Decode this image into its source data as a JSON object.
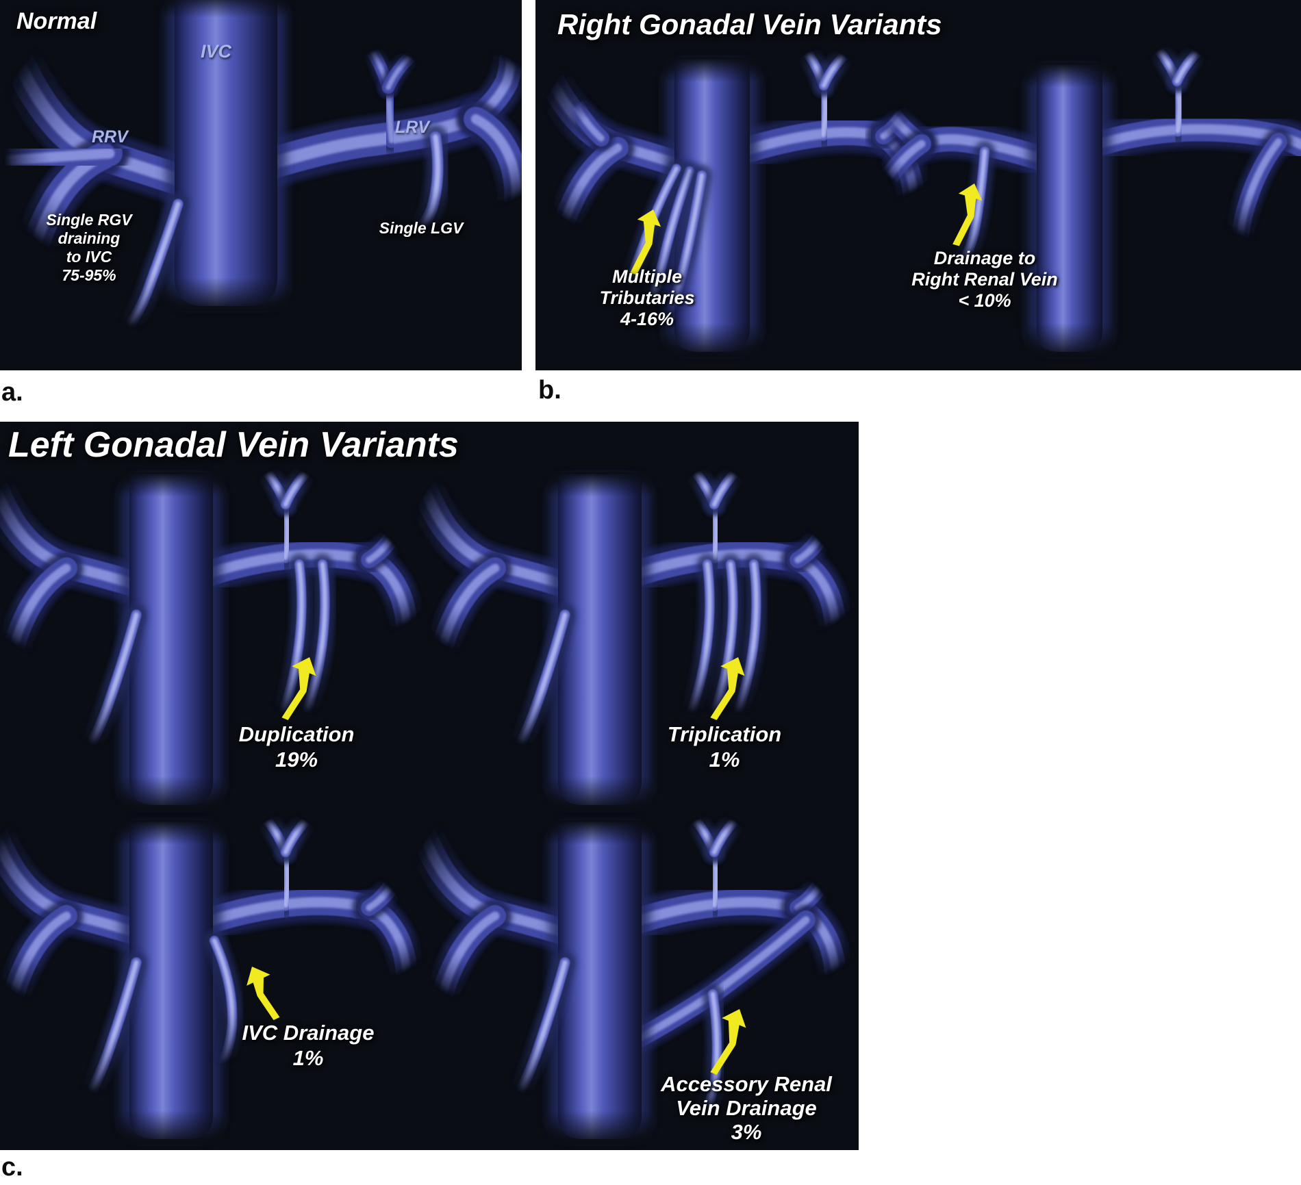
{
  "figure": {
    "caption_labels": {
      "a": "a.",
      "b": "b.",
      "c": "c."
    },
    "colors": {
      "panel_bg": "#0a0d13",
      "vein_dark": "#1d2356",
      "vein_mid": "#4149a4",
      "vein_light": "#8a93dd",
      "thin_dark": "#232a5e",
      "thin_mid": "#5a63c2",
      "thin_light": "#aeb5ee",
      "trunk_glow": "#232962",
      "label_blue": "#aab5e8",
      "arrow_yellow": "#f2ea20",
      "text_white": "#ffffff"
    },
    "panel_a": {
      "title": "Normal",
      "vein_labels": {
        "ivc": "IVC",
        "rrv": "RRV",
        "lrv": "LRV"
      },
      "annotation_rgv": {
        "line1": "Single RGV",
        "line2": "draining",
        "line3": "to IVC",
        "line4": "75-95%"
      },
      "annotation_lgv": {
        "line1": "Single LGV"
      }
    },
    "panel_b": {
      "title": "Right Gonadal Vein Variants",
      "variant_tributaries": {
        "line1": "Multiple",
        "line2": "Tributaries",
        "line3": "4-16%"
      },
      "variant_rrv_drainage": {
        "line1": "Drainage to",
        "line2": "Right Renal Vein",
        "line3": "< 10%"
      }
    },
    "panel_c": {
      "title": "Left Gonadal Vein Variants",
      "variant_duplication": {
        "line1": "Duplication",
        "line2": "19%"
      },
      "variant_triplication": {
        "line1": "Triplication",
        "line2": "1%"
      },
      "variant_ivc_drainage": {
        "line1": "IVC Drainage",
        "line2": "1%"
      },
      "variant_accessory": {
        "line1": "Accessory Renal",
        "line2": "Vein Drainage",
        "line3": "3%"
      }
    }
  }
}
